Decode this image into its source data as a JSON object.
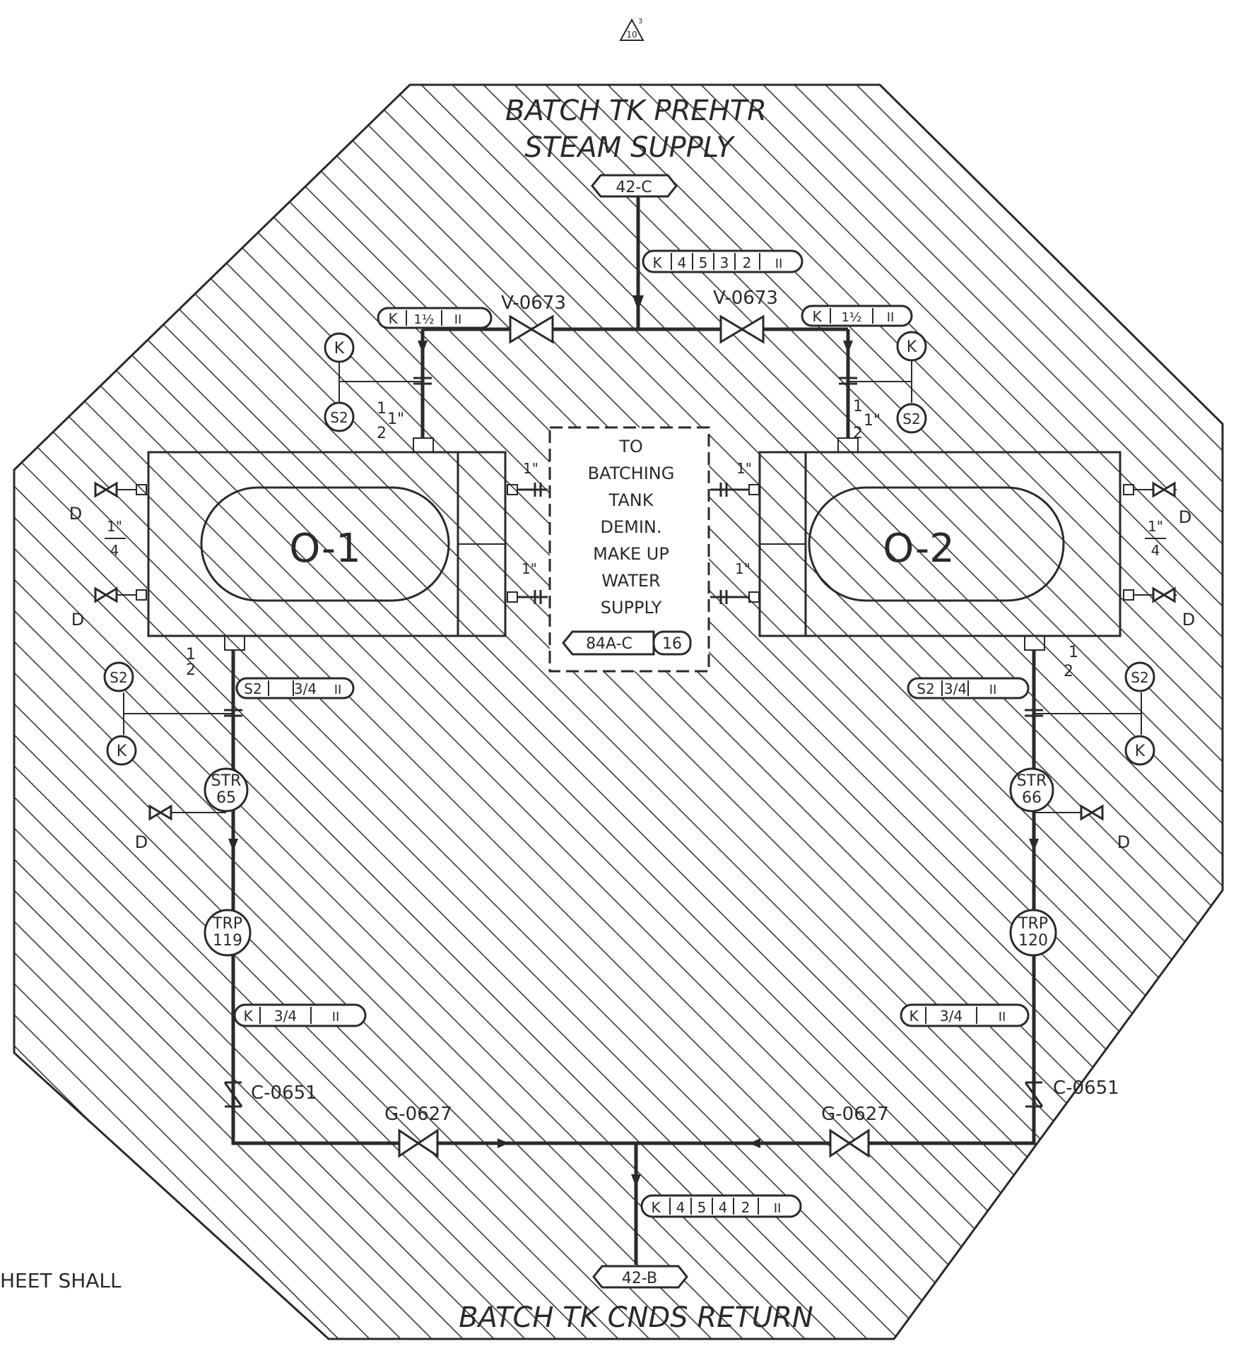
{
  "revision": {
    "number": "10",
    "superscript": "3"
  },
  "titles": {
    "supply_line1": "BATCH TK PREHTR",
    "supply_line2": "STEAM SUPPLY",
    "return": "BATCH TK CNDS RETURN"
  },
  "connectors": {
    "supply": "42-C",
    "return": "42-B",
    "makeup": "84A-C",
    "makeup_sheet": "16"
  },
  "line_tags": {
    "supply_main": [
      "K",
      "4",
      "5",
      "3",
      "2",
      "II"
    ],
    "return_main": [
      "K",
      "4",
      "5",
      "4",
      "2",
      "II"
    ],
    "left_inlet": [
      "K",
      "1½",
      "II"
    ],
    "right_inlet": [
      "K",
      "1½",
      "II"
    ],
    "left_outlet": [
      "S2",
      "3/4",
      "II"
    ],
    "right_outlet": [
      "S2",
      "3/4",
      "II"
    ],
    "left_trap_out": [
      "K",
      "3/4",
      "II"
    ],
    "right_trap_out": [
      "K",
      "3/4",
      "II"
    ]
  },
  "valves": {
    "left_inlet": "V-0673",
    "right_inlet": "V-0673",
    "left_check": "C-0651",
    "right_check": "C-0651",
    "left_gate": "G-0627",
    "right_gate": "G-0627"
  },
  "equipment": {
    "left": "O-1",
    "right": "O-2",
    "left_strainer": [
      "STR",
      "65"
    ],
    "right_strainer": [
      "STR",
      "66"
    ],
    "left_trap": [
      "TRP",
      "119"
    ],
    "right_trap": [
      "TRP",
      "120"
    ]
  },
  "instruments": {
    "k": "K",
    "s2": "S2",
    "drain": "D"
  },
  "sizes": {
    "one_inch": "1\"",
    "one": "1",
    "half_num": "1",
    "half_den": "2",
    "quarter_num": "1\"",
    "quarter_den": "4"
  },
  "makeup_box": [
    "TO",
    "BATCHING",
    "TANK",
    "DEMIN.",
    "MAKE  UP",
    "WATER",
    "SUPPLY"
  ],
  "margin_note": "HEET SHALL"
}
